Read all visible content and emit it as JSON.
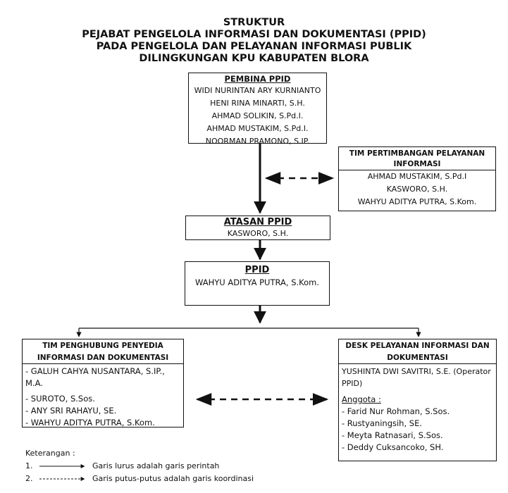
{
  "title": {
    "line1": "STRUKTUR",
    "line2": "PEJABAT PENGELOLA INFORMASI DAN DOKUMENTASI (PPID)",
    "line3": "PADA PENGELOLA DAN PELAYANAN INFORMASI PUBLIK",
    "line4": "DILINGKUNGAN KPU KABUPATEN BLORA"
  },
  "pembina": {
    "heading": "PEMBINA PPID",
    "members": [
      "WIDI NURINTAN ARY KURNIANTO",
      "HENI RINA MINARTI, S.H.",
      "AHMAD SOLIKIN, S.Pd.I.",
      "AHMAD MUSTAKIM, S.Pd.I.",
      "NOORMAN PRAMONO, S.IP."
    ]
  },
  "tim_pertimbangan": {
    "heading1": "TIM PERTIMBANGAN PELAYANAN",
    "heading2": "INFORMASI",
    "members": [
      "AHMAD MUSTAKIM, S.Pd.I",
      "KASWORO, S.H.",
      "WAHYU ADITYA PUTRA, S.Kom."
    ]
  },
  "atasan": {
    "heading": "ATASAN PPID",
    "name": "KASWORO, S.H."
  },
  "ppid": {
    "heading": "PPID",
    "name": "WAHYU ADITYA PUTRA, S.Kom."
  },
  "penghubung": {
    "heading1": "TIM PENGHUBUNG PENYEDIA",
    "heading2": "INFORMASI DAN DOKUMENTASI",
    "members": [
      "- GALUH CAHYA NUSANTARA, S.IP.,",
      "M.A.",
      "- SUROTO, S.Sos.",
      "- ANY SRI RAHAYU, SE.",
      "- WAHYU ADITYA PUTRA, S.Kom."
    ]
  },
  "desk": {
    "heading1": "DESK PELAYANAN INFORMASI DAN",
    "heading2": "DOKUMENTASI",
    "operator1": "YUSHINTA DWI SAVITRI, S.E. (Operator",
    "operator2": "PPID)",
    "anggota_label": "Anggota :",
    "members": [
      "- Farid Nur Rohman, S.Sos.",
      "- Rustyaningsih, SE.",
      "- Meyta Ratnasari, S.Sos.",
      "- Deddy Cuksancoko, SH."
    ]
  },
  "legend": {
    "label": "Keterangan :",
    "item1_num": "1.",
    "item1_text": "Garis lurus adalah garis perintah",
    "item2_num": "2.",
    "item2_text": "Garis putus-putus adalah garis koordinasi"
  }
}
